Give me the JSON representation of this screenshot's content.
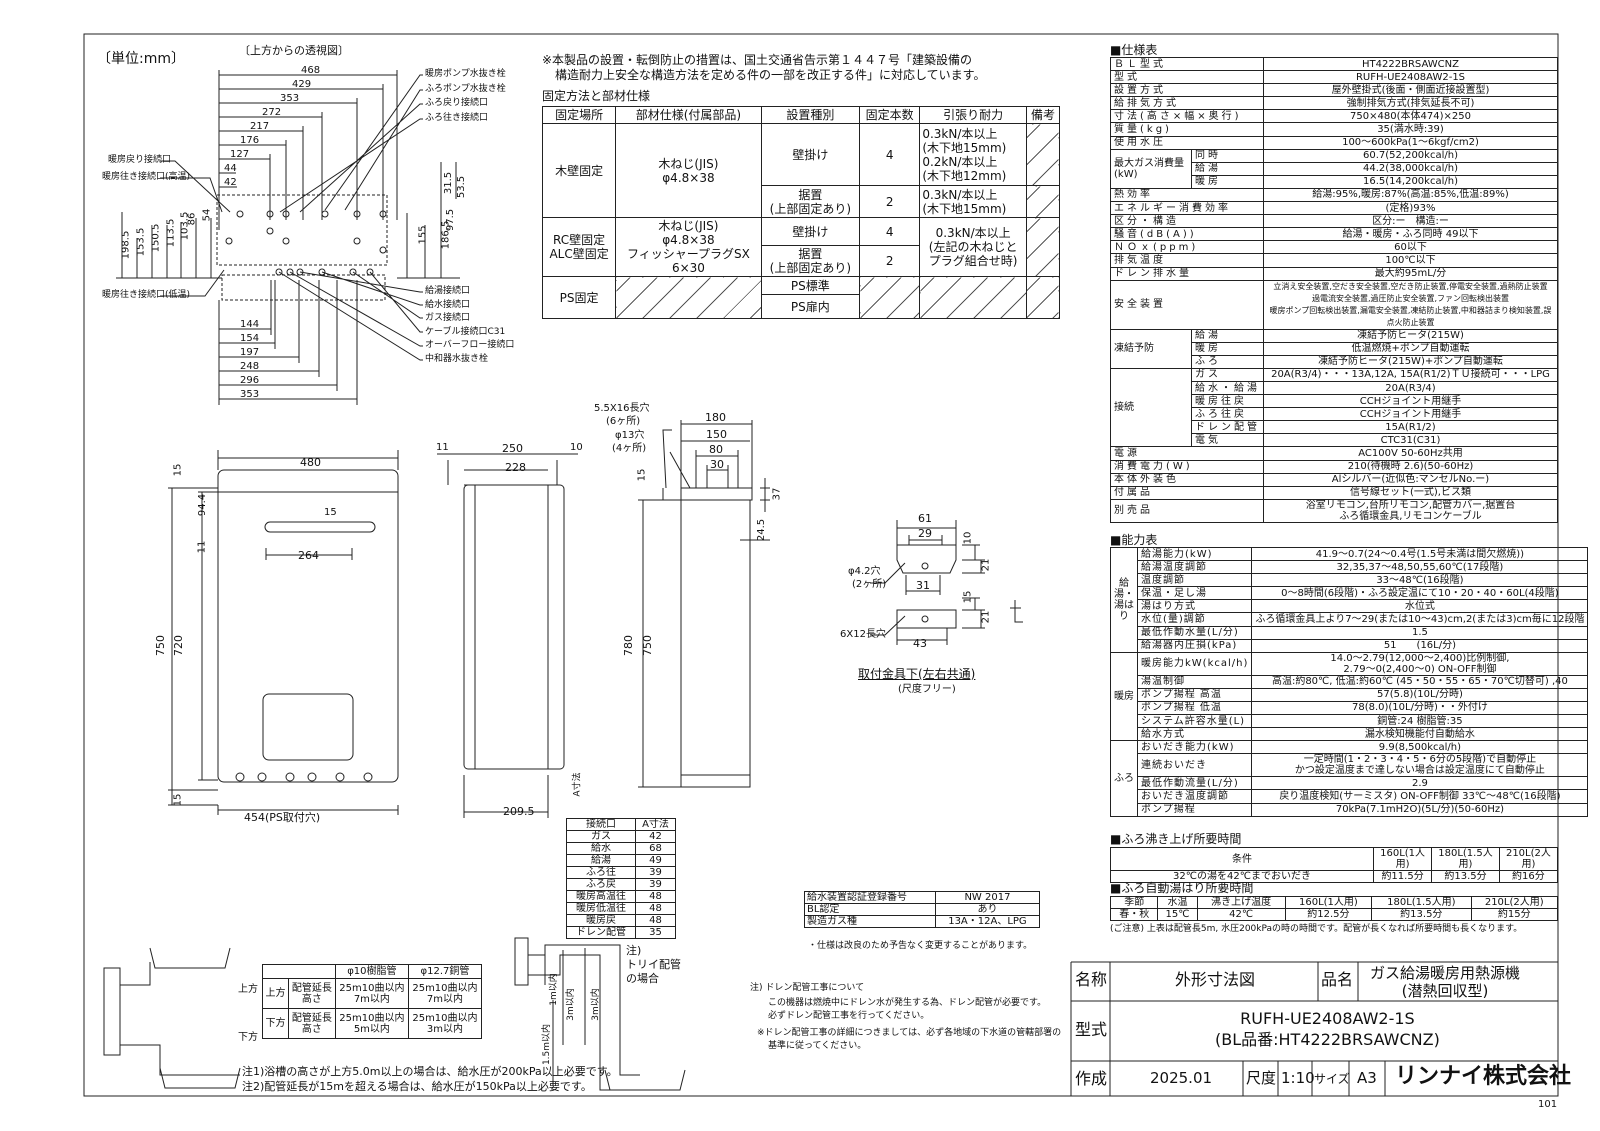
{
  "drawing": {
    "unit_label": "〔単位:mm〕",
    "top_view_title": "〔上方からの透視図〕",
    "top_view_dims_top": [
      "468",
      "429",
      "353",
      "272",
      "217",
      "176",
      "127",
      "44",
      "42"
    ],
    "top_view_dims_side": [
      "198.5",
      "153.5",
      "150.5",
      "113.5",
      "103.5",
      "86",
      "54",
      "31.5",
      "53.5",
      "97.5",
      "155",
      "186.5"
    ],
    "top_view_dims_bottom": [
      "144",
      "154",
      "197",
      "248",
      "296",
      "353"
    ],
    "top_labels_right": [
      "暖房ポンプ水抜き栓",
      "ふろポンプ水抜き栓",
      "ふろ戻り接続口",
      "ふろ往き接続口"
    ],
    "top_labels_left": [
      "暖房戻り接続口",
      "暖房往き接続口(高温)",
      "暖房往き接続口(低温)"
    ],
    "bottom_labels_right": [
      "給湯接続口",
      "給水接続口",
      "ガス接続口",
      "ケーブル接続口C31",
      "オーバーフロー接続口",
      "中和器水抜き栓"
    ],
    "front_dims": {
      "width": "480",
      "top": "15",
      "d94": "94.4",
      "d11": "11",
      "d15b": "15",
      "d264": "264",
      "h750": "750",
      "h720": "720",
      "bottom15": "15",
      "ps": "454(PS取付穴)"
    },
    "side_dims": {
      "d11": "11",
      "d250": "250",
      "d10": "10",
      "d228": "228",
      "d209": "209.5",
      "a": "A寸法"
    },
    "bracket_dims": {
      "slot": "5.5X16長穴",
      "slot_n": "(6ヶ所)",
      "hole": "φ13穴",
      "hole_n": "(4ヶ所)",
      "d180": "180",
      "d150": "150",
      "d80": "80",
      "d30": "30",
      "d15": "15",
      "d37": "37",
      "d24": "24.5",
      "h780": "780",
      "h750": "750"
    },
    "fitting": {
      "d61": "61",
      "d29": "29",
      "d10": "10",
      "d21": "21",
      "hole": "φ4.2穴",
      "hole_n": "(2ヶ所)",
      "d31": "31",
      "d15": "15",
      "d21b": "21",
      "slot": "6X12長穴",
      "d43": "43",
      "title": "取付金具下(左右共通)",
      "sub": "(尺度フリー)"
    }
  },
  "notice": {
    "line1": "※本製品の設置・転倒防止の措置は、国土交通省告示第１４４７号「建築設備の",
    "line2": "構造耐力上安全な構造方法を定める件の一部を改正する件」に対応しています。"
  },
  "fix_table": {
    "title": "固定方法と部材仕様",
    "headers": [
      "固定場所",
      "部材仕様(付属部品)",
      "設置種別",
      "固定本数",
      "引張り耐力",
      "備考"
    ],
    "wood": {
      "place": "木壁固定",
      "material": "木ねじ(JIS)\nφ4.8×38",
      "r1_type": "壁掛け",
      "r1_n": "4",
      "r1_f": "0.3kN/本以上\n(木下地15mm)\n0.2kN/本以上\n(木下地12mm)",
      "r2_type": "据置\n(上部固定あり)",
      "r2_n": "2",
      "r2_f": "0.3kN/本以上\n(木下地15mm)"
    },
    "rc": {
      "place": "RC壁固定\nALC壁固定",
      "material": "木ねじ(JIS)\nφ4.8×38\nフィッシャープラグSX\n6×30",
      "r1_type": "壁掛け",
      "r1_n": "4",
      "r2_type": "据置\n(上部固定あり)",
      "r2_n": "2",
      "force": "0.3kN/本以上\n(左記の木ねじと\nプラグ組合せ時)"
    },
    "ps": {
      "place": "PS固定",
      "r1_type": "PS標準",
      "r2_type": "PS扉内"
    }
  },
  "spec_title": "■仕様表",
  "spec_rows": [
    [
      "ＢＬ型式",
      "HT4222BRSAWCNZ"
    ],
    [
      "型式",
      "RUFH-UE2408AW2-1S"
    ],
    [
      "設置方式",
      "屋外壁掛式(後面・側面近接設置型)"
    ],
    [
      "給排気方式",
      "強制排気方式(排気延長不可)"
    ],
    [
      "寸法(高さ×幅×奥行)",
      "750×480(本体474)×250"
    ],
    [
      "質量(kg)",
      "35(満水時:39)"
    ],
    [
      "使用水圧",
      "100～600kPa(1～6kgf/cm2)"
    ]
  ],
  "spec_gas": {
    "label": "最大ガス消費量\n(kW)",
    "rows": [
      [
        "同時",
        "60.7(52,200kcal/h)"
      ],
      [
        "給湯",
        "44.2(38,000kcal/h)"
      ],
      [
        "暖房",
        "16.5(14,200kcal/h)"
      ]
    ]
  },
  "spec_rows2": [
    [
      "熱効率",
      "給湯:95%,暖房:87%(高温:85%,低温:89%)"
    ],
    [
      "エネルギー消費効率",
      "(定格)93%"
    ],
    [
      "区分・構造",
      "区分:ー　構造:ー"
    ],
    [
      "騒音(dB(A))",
      "給湯・暖房・ふろ同時 49以下"
    ],
    [
      "ＮＯｘ(ppm)",
      "60以下"
    ],
    [
      "排気温度",
      "100℃以下"
    ],
    [
      "ドレン排水量",
      "最大約95mL/分"
    ]
  ],
  "spec_safety": {
    "label": "安全装置",
    "value": "立消え安全装置,空だき安全装置,空だき防止装置,停電安全装置,過熱防止装置\n過電流安全装置,過圧防止安全装置,ファン回転検出装置\n暖房ポンプ回転検出装置,漏電安全装置,凍結防止装置,中和器詰まり検知装置,誤点火防止装置"
  },
  "spec_freeze": {
    "label": "凍結予防",
    "rows": [
      [
        "給湯",
        "凍結予防ヒータ(215W)"
      ],
      [
        "暖房",
        "低温燃焼+ポンプ自動運転"
      ],
      [
        "ふろ",
        "凍結予防ヒータ(215W)+ポンプ自動運転"
      ]
    ]
  },
  "spec_conn": {
    "label": "接続",
    "rows": [
      [
        "ガス",
        "20A(R3/4)・・・13A,12A, 15A(R1/2)ＴＵ接続可・・・LPG"
      ],
      [
        "給水・給湯",
        "20A(R3/4)"
      ],
      [
        "暖房往戻",
        "CCHジョイント用継手"
      ],
      [
        "ふろ往戻",
        "CCHジョイント用継手"
      ],
      [
        "ドレン配管",
        "15A(R1/2)"
      ],
      [
        "電気",
        "CTC31(C31)"
      ]
    ]
  },
  "spec_rows3": [
    [
      "電源",
      "AC100V 50-60Hz共用"
    ],
    [
      "消費電力(W)",
      "210(待機時 2.6)(50-60Hz)"
    ],
    [
      "本体外装色",
      "Alシルバー(近似色:マンセルNo.ー)"
    ],
    [
      "付属品",
      "信号線セット(一式),ビス類"
    ],
    [
      "別売品",
      "浴室リモコン,台所リモコン,配管カバー,据置台\nふろ循環金具,リモコンケーブル"
    ]
  ],
  "perf_title": "■能力表",
  "perf_rows": [
    [
      "給湯能力(kW)",
      "41.9～0.7(24～0.4号(1.5号未満は間欠燃焼))"
    ],
    [
      "給湯温度調節",
      "32,35,37～48,50,55,60℃(17段階)"
    ],
    [
      "温度調節",
      "33～48℃(16段階)"
    ],
    [
      "保温・足し湯",
      "0～8時間(6段階)・ふろ設定温にて10・20・40・60L(4段階)"
    ],
    [
      "湯はり方式",
      "水位式"
    ],
    [
      "水位(量)調節",
      "ふろ循環金具上より7～29(または10～43)cm,2(または3)cm毎に12段階"
    ],
    [
      "最低作動水量(L/分)",
      "1.5"
    ],
    [
      "給湯器内圧損(kPa)",
      "51　　(16L/分)"
    ],
    [
      "暖房能力kW(kcal/h)",
      "14.0～2.79(12,000～2,400)比例制御,\n2.79～0(2,400～0) ON-OFF制御"
    ],
    [
      "湯温制御",
      "高温:約80℃, 低温:約60℃ (45・50・55・65・70℃切替可) ,40"
    ],
    [
      "ポンプ揚程 高温",
      "57(5.8)(10L/分時)"
    ],
    [
      "ポンプ揚程 低温",
      "78(8.0)(10L/分時)・・外付け"
    ],
    [
      "システム許容水量(L)",
      "銅管:24 樹脂管:35"
    ],
    [
      "給水方式",
      "漏水検知機能付自動給水"
    ],
    [
      "おいだき能力(kW)",
      "9.9(8,500kcal/h)"
    ],
    [
      "連続おいだき",
      "一定時間(1・2・3・4・5・6分の5段階)で自動停止\nかつ設定温度まで達しない場合は設定温度にて自動停止"
    ],
    [
      "最低作動流量(L/分)",
      "2.9"
    ],
    [
      "おいだき温度調節",
      "戻り温度検知(サーミスタ) ON-OFF制御 33℃～48℃(16段階)"
    ],
    [
      "ポンプ揚程",
      "70kPa(7.1mH2O)(5L/分)(50-60Hz)"
    ]
  ],
  "perf_side": [
    "給湯・湯はり",
    "自動湯はり",
    "暖房",
    "ふろ"
  ],
  "bath_time": {
    "title": "■ふろ沸き上げ所要時間",
    "headers": [
      "条件",
      "160L(1人用)",
      "180L(1.5人用)",
      "210L(2人用)"
    ],
    "row": [
      "32℃の湯を42℃までおいだき",
      "約11.5分",
      "約13.5分",
      "約16分"
    ]
  },
  "fill_time": {
    "title": "■ふろ自動湯はり所要時間",
    "headers": [
      "季節",
      "水温",
      "沸き上げ温度",
      "160L(1人用)",
      "180L(1.5人用)",
      "210L(2人用)"
    ],
    "row": [
      "春・秋",
      "15℃",
      "42℃",
      "約12.5分",
      "約13.5分",
      "約15分"
    ],
    "note": "(ご注意) 上表は配管長5m, 水圧200kPaの時の時間です。配管が長くなれば所要時間も長くなります。"
  },
  "a_table": {
    "headers": [
      "接続口",
      "A寸法"
    ],
    "rows": [
      [
        "ガス",
        "42"
      ],
      [
        "給水",
        "68"
      ],
      [
        "給湯",
        "49"
      ],
      [
        "ふろ往",
        "39"
      ],
      [
        "ふろ戻",
        "39"
      ],
      [
        "暖房高温往",
        "48"
      ],
      [
        "暖房低温往",
        "48"
      ],
      [
        "暖房戻",
        "48"
      ],
      [
        "ドレン配管",
        "35"
      ]
    ]
  },
  "cert": {
    "rows": [
      [
        "給水装置認証登録番号",
        "NW 2017"
      ],
      [
        "BL認定",
        "あり"
      ],
      [
        "製造ガス種",
        "13A・12A、LPG"
      ]
    ],
    "note": "・仕様は改良のため予告なく変更することがあります。"
  },
  "pipe": {
    "headers": [
      "",
      "φ10樹脂管",
      "φ12.7銅管"
    ],
    "up": [
      "上方",
      "配管延長\n高さ",
      "25m10曲以内\n7m以内",
      "25m10曲以内\n7m以内"
    ],
    "down": [
      "下方",
      "配管延長\n高さ",
      "25m10曲以内\n5m以内",
      "25m10曲以内\n3m以内"
    ],
    "up_label": "上方",
    "down_label": "下方",
    "trap": "注)\nトリイ配管\nの場合",
    "d1": "1m以内",
    "d2": "3m以内",
    "d3": "1.5m以内",
    "d4": "3m以内",
    "note1": "注1)浴槽の高さが上方5.0m以上の場合は、給水圧が200kPa以上必要です。",
    "note2": "注2)配管延長が15mを超える場合は、給水圧が150kPa以上必要です。"
  },
  "drain_note": {
    "l1": "注) ドレン配管工事について",
    "l2": "この機器は燃焼中にドレン水が発生する為、ドレン配管が必要です。",
    "l3": "必ずドレン配管工事を行ってください。",
    "l4": "※ドレン配管工事の詳細につきましては、必ず各地域の下水道の管轄部署の",
    "l5": "基準に従ってください。"
  },
  "title_block": {
    "name_label": "名称",
    "name": "外形寸法図",
    "product_label": "品名",
    "product": "ガス給湯暖房用熱源機\n(潜熱回収型)",
    "model_label": "型式",
    "model": "RUFH-UE2408AW2-1S\n(BL品番:HT4222BRSAWCNZ)",
    "made_label": "作成",
    "date": "2025.01",
    "scale_label": "尺度",
    "scale": "1:10",
    "size_label": "サイズ",
    "size": "A3",
    "company": "リンナイ株式会社",
    "page": "101"
  }
}
